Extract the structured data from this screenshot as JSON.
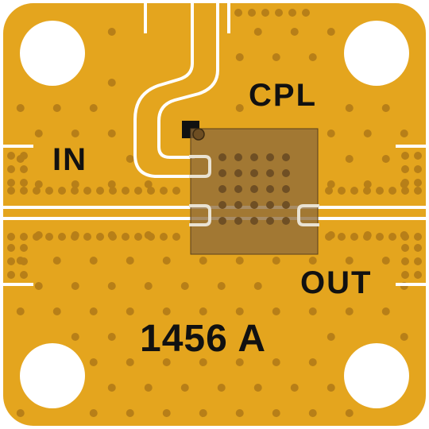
{
  "board": {
    "colors": {
      "background": "#ffffff",
      "copper": "#e4a51e",
      "via": "#b77f18",
      "gap": "#ffffff",
      "chip": "#8f6b3a",
      "silkscreen": "#111111"
    },
    "labels": {
      "input": "IN",
      "coupled": "CPL",
      "output": "OUT",
      "part_number": "1456 A"
    }
  }
}
